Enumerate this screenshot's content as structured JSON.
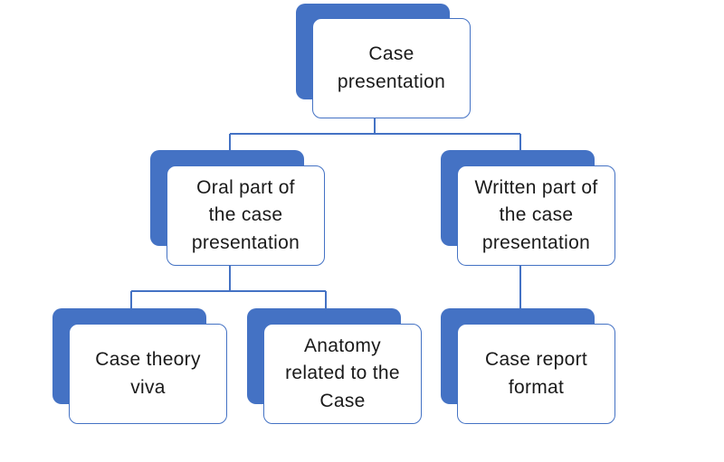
{
  "diagram": {
    "type": "hierarchy",
    "colors": {
      "accent": "#4472c4",
      "box_fill": "#ffffff",
      "text": "#1a1a1a"
    },
    "nodes": {
      "root": "Case\npresentation",
      "oral": "Oral part of\nthe case\npresentation",
      "written": "Written part of\nthe case\npresentation",
      "theory": "Case theory\nviva",
      "anatomy": "Anatomy\nrelated to the\nCase",
      "report": "Case report\nformat"
    }
  }
}
